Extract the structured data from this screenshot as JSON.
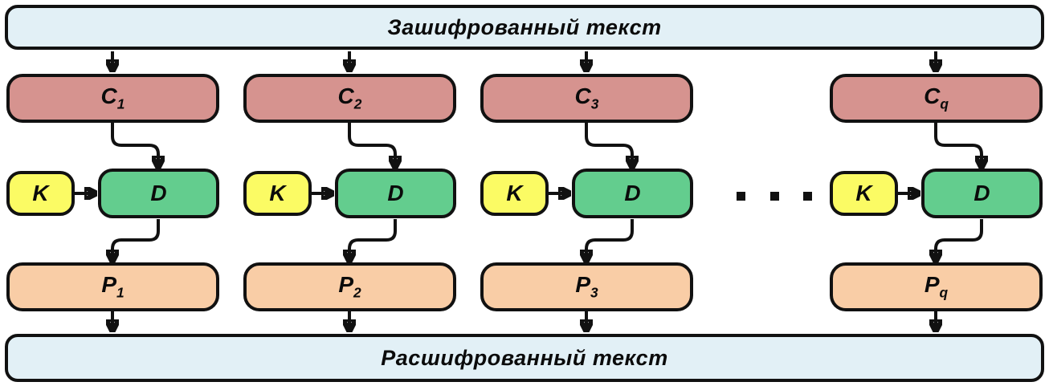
{
  "diagram": {
    "top_bar": "Зашифрованный текст",
    "bottom_bar": "Расшифрованный текст",
    "ellipsis_icon": "dots-horizontal",
    "columns": [
      {
        "cipher": {
          "base": "C",
          "sub": "1"
        },
        "key": "K",
        "decrypt": "D",
        "plain": {
          "base": "P",
          "sub": "1"
        }
      },
      {
        "cipher": {
          "base": "C",
          "sub": "2"
        },
        "key": "K",
        "decrypt": "D",
        "plain": {
          "base": "P",
          "sub": "2"
        }
      },
      {
        "cipher": {
          "base": "C",
          "sub": "3"
        },
        "key": "K",
        "decrypt": "D",
        "plain": {
          "base": "P",
          "sub": "3"
        }
      },
      {
        "cipher": {
          "base": "C",
          "sub": "q"
        },
        "key": "K",
        "decrypt": "D",
        "plain": {
          "base": "P",
          "sub": "q"
        }
      }
    ]
  },
  "colors": {
    "bar_fill": "#e2f0f6",
    "cipher_fill": "#d6938f",
    "key_fill": "#fbfb64",
    "decrypt_fill": "#63cd8e",
    "plain_fill": "#f9cda6",
    "stroke_color": "#111111"
  }
}
